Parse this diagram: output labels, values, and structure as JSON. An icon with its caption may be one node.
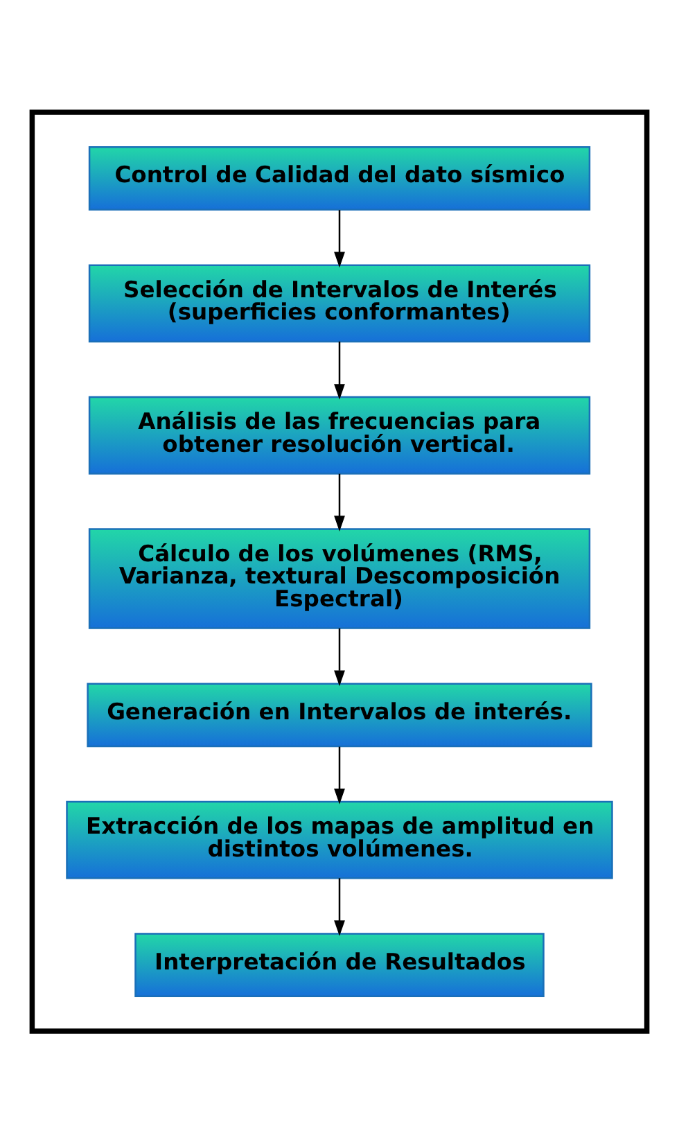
{
  "diagram": {
    "nodes": [
      {
        "text": [],
        "shape": "box"
      },
      {
        "text": [
          "Control de Calidad del dato sísmico"
        ],
        "in": 0
      },
      {
        "text": [
          "Selección de Intervalos de Interés (superficies conformantes)"
        ],
        "in": 0
      },
      {
        "text": [
          "Análisis de las frecuencias para obtener resolución vertical."
        ],
        "in": 0
      },
      {
        "text": [
          "Cálculo de los volúmenes (RMS, Varianza, textural Descomposición Espectral)"
        ],
        "in": 0
      },
      {
        "text": [
          "Generación en Intervalos de interés."
        ],
        "in": 0
      },
      {
        "text": [
          "Extracción de los mapas de amplitud en distintos volúmenes."
        ],
        "in": 0
      },
      {
        "text": [
          "Interpretación de Resultados"
        ],
        "in": 0
      }
    ],
    "edges": [
      {
        "from": 1,
        "to": 2,
        "arrow": "to"
      },
      {
        "from": 2,
        "to": 3,
        "arrow": "to"
      },
      {
        "from": 3,
        "to": 4,
        "arrow": "to"
      },
      {
        "from": 4,
        "to": 5,
        "arrow": "to"
      },
      {
        "from": 5,
        "to": 6,
        "arrow": "to"
      },
      {
        "from": 6,
        "to": 7,
        "arrow": "to"
      }
    ]
  }
}
